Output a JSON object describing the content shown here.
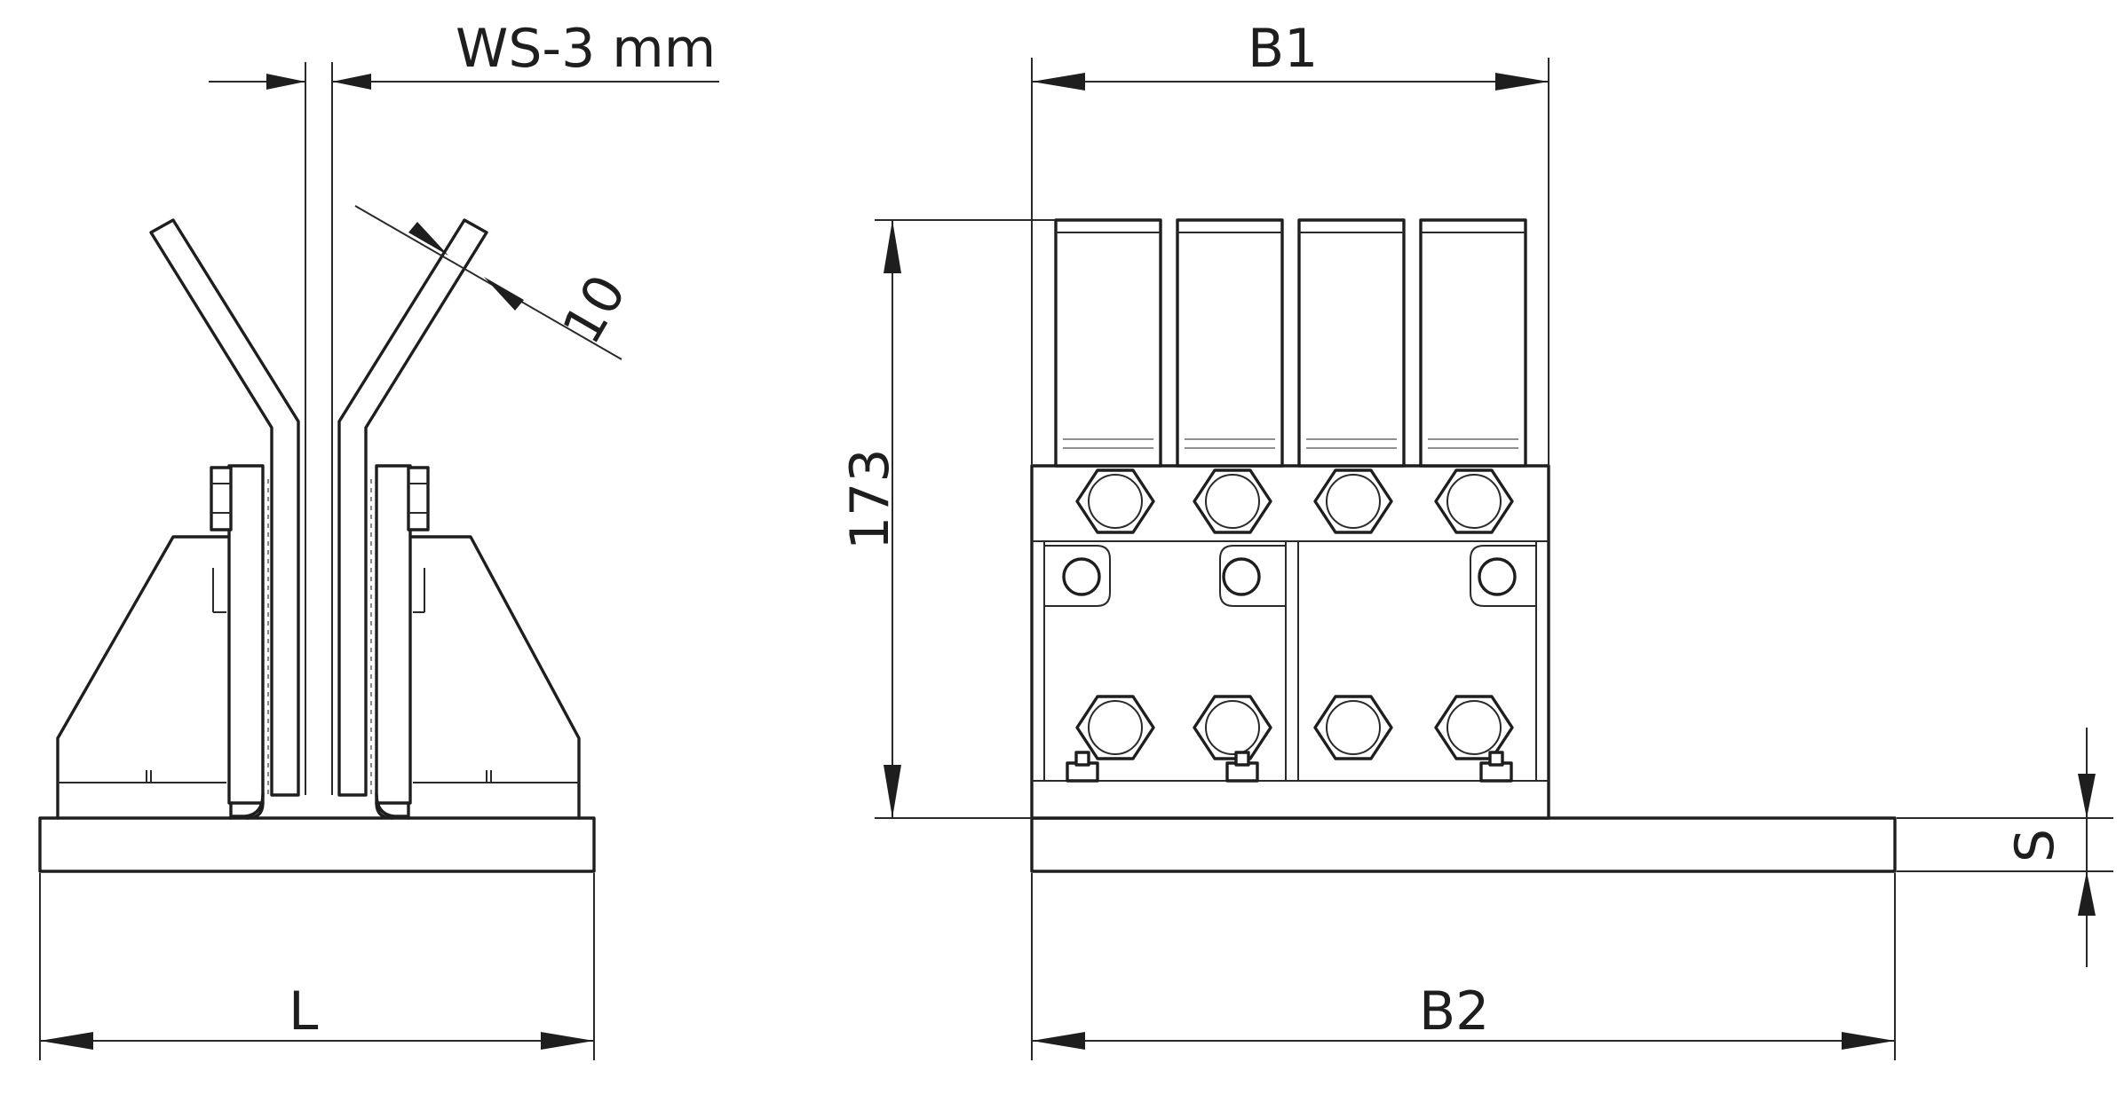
{
  "dimensions": {
    "ws_gap": "WS-3 mm",
    "bar_thickness": "10",
    "height": "173",
    "width_top": "B1",
    "width_base": "B2",
    "length": "L",
    "plate_thickness": "S"
  }
}
